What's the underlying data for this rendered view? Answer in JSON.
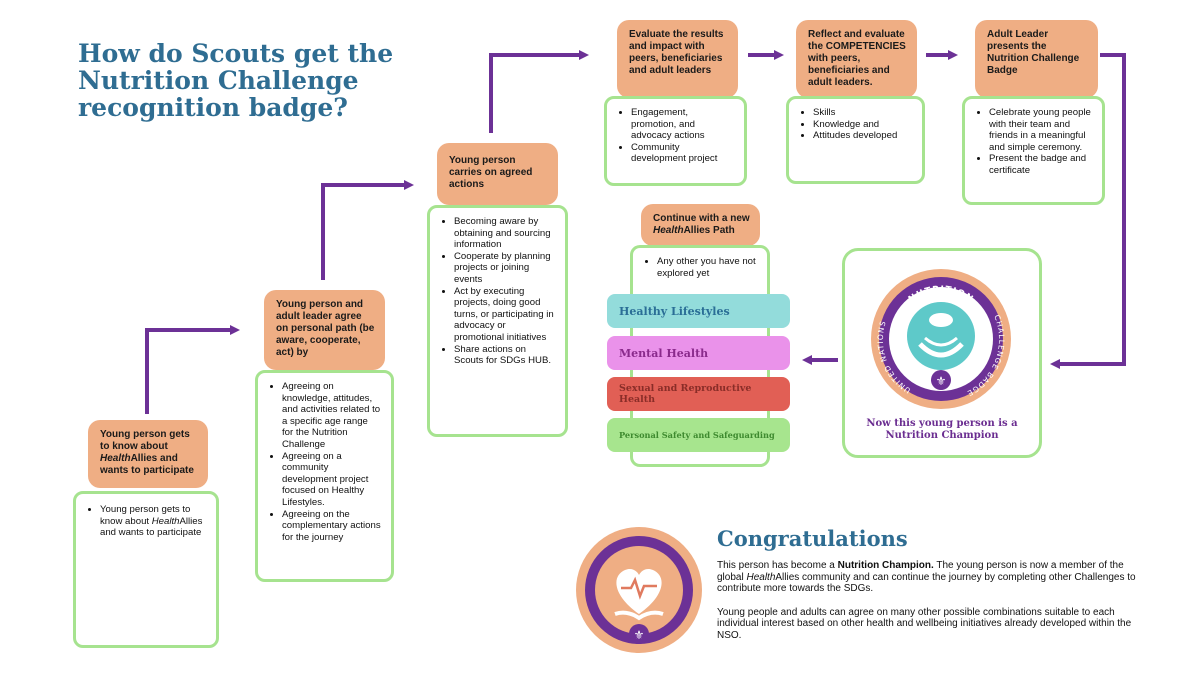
{
  "title": "How do Scouts get the Nutrition Challenge recognition badge?",
  "steps": [
    {
      "header_parts": [
        "Young person gets to know about ",
        "Health",
        "Allies and wants to participate"
      ],
      "items": [
        [
          "Young person gets to know about ",
          "Health",
          "Allies and wants to participate"
        ]
      ]
    },
    {
      "header": "Young person and adult leader agree on personal path (be aware, cooperate, act) by",
      "items": [
        "Agreeing on knowledge, attitudes, and activities related to a specific age range for the Nutrition Challenge",
        "Agreeing on a community development project focused on Healthy Lifestyles.",
        "Agreeing on the complementary actions for the journey"
      ]
    },
    {
      "header": "Young person carries on agreed actions",
      "items": [
        "Becoming aware by obtaining and sourcing information",
        "Cooperate by planning projects or joining events",
        "Act by executing projects, doing good turns, or participating in advocacy or promotional initiatives",
        "Share actions on Scouts for SDGs HUB."
      ]
    },
    {
      "header": "Evaluate the results and impact with peers, beneficiaries and adult leaders",
      "items": [
        "Engagement, promotion, and advocacy actions",
        "Community development project"
      ]
    },
    {
      "header": "Reflect and evaluate the COMPETENCIES with peers, beneficiaries and adult leaders.",
      "items": [
        "Skills",
        "Knowledge and",
        "Attitudes developed"
      ]
    },
    {
      "header": "Adult Leader presents the Nutrition Challenge Badge",
      "items": [
        "Celebrate young people with their team and friends in a meaningful and simple ceremony.",
        "Present the badge and certificate"
      ]
    }
  ],
  "continue_path": {
    "header_parts": [
      "Continue with a new ",
      "Health",
      "Allies Path"
    ],
    "items": [
      "Any other you have not explored yet"
    ],
    "paths": [
      {
        "label": "Healthy Lifestyles",
        "color": "#93dcdb",
        "text_color": "#2a6e96"
      },
      {
        "label": "Mental Health",
        "color": "#ea92ea",
        "text_color": "#8a2a8c"
      },
      {
        "label": "Sexual and Reproductive Health",
        "color": "#e15f55",
        "text_color": "#8a2d28"
      },
      {
        "label": "Personal Safety and Safeguarding",
        "color": "#a7e58e",
        "text_color": "#3e8a2f"
      }
    ]
  },
  "badge": {
    "ring_top": "NUTRITION",
    "ring_left": "UNITED NATIONS",
    "ring_right": "CHALLENGE BADGE",
    "caption": "Now this young person is a Nutrition Champion"
  },
  "congrats": {
    "title": "Congratulations",
    "p1_a": "This person has become a ",
    "p1_bold": "Nutrition Champion.",
    "p1_b": "  The young person is now a member of the global ",
    "p1_em": "Health",
    "p1_c": "Allies community and can continue the journey by completing other Challenges to contribute more towards the SDGs.",
    "p2": "Young people and adults can agree on many other possible combinations suitable to each individual interest based on other health and wellbeing  initiatives already developed within the NSO."
  },
  "colors": {
    "arrow": "#6c3196",
    "header": "#efae84",
    "border": "#a6e38f",
    "title": "#2f6d92"
  }
}
